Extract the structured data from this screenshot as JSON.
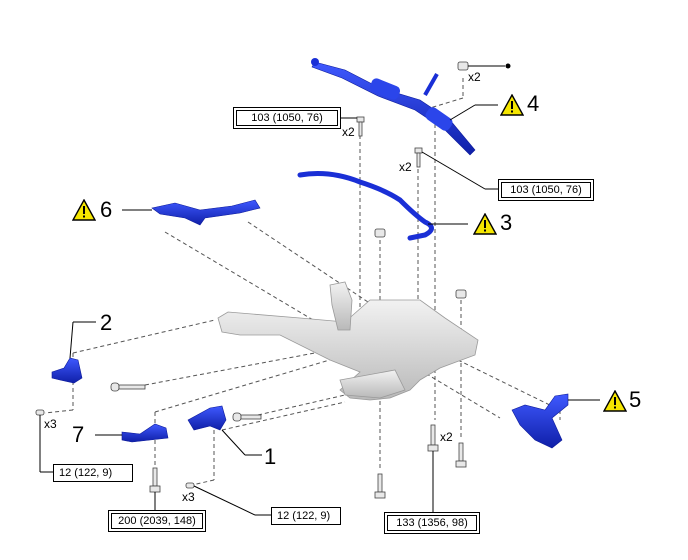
{
  "diagram": {
    "title": "",
    "parts": [
      {
        "id": "1",
        "label": "1",
        "warning": false
      },
      {
        "id": "2",
        "label": "2",
        "warning": false
      },
      {
        "id": "3",
        "label": "3",
        "warning": true
      },
      {
        "id": "4",
        "label": "4",
        "warning": true
      },
      {
        "id": "5",
        "label": "5",
        "warning": true
      },
      {
        "id": "6",
        "label": "6",
        "warning": true
      },
      {
        "id": "7",
        "label": "7",
        "warning": false
      }
    ],
    "torque_specs": [
      {
        "id": "t1",
        "text": "103 (1050, 76)"
      },
      {
        "id": "t2",
        "text": "103 (1050, 76)"
      },
      {
        "id": "t3",
        "text": "12 (122, 9)"
      },
      {
        "id": "t4",
        "text": "200 (2039, 148)"
      },
      {
        "id": "t5",
        "text": "12 (122, 9)"
      },
      {
        "id": "t6",
        "text": "133 (1356, 98)"
      }
    ],
    "quantities": {
      "q_nut_top": "x2",
      "q_bolt_rack_left": "x2",
      "q_bolt_rack_right": "x2",
      "q_bolt_left_bracket": "x3",
      "q_bolt_bracket1": "x3",
      "q_bolt_bottom": "x2"
    },
    "colors": {
      "part_blue": "#1a2fd6",
      "part_blue_dark": "#0c1a9a",
      "subframe_gray": "#d8d8d8",
      "warning_yellow": "#f5e600"
    },
    "legend_marker": "dot"
  }
}
